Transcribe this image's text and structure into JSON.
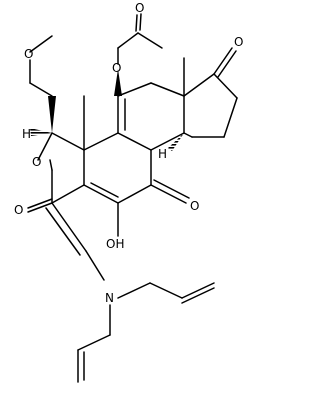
{
  "molecule": {
    "atom_labels": {
      "carbonyl_o_top": "O",
      "ester_o": "O",
      "methoxy_o": "O",
      "ring_o": "O",
      "lactone_carbonyl_o": "O",
      "ketone_c17_o": "O",
      "quinone_o": "O",
      "hydroxyl": "OH",
      "nitrogen": "N",
      "stereo_h_a": "H",
      "stereo_h_b": "H"
    },
    "colors": {
      "bond": "#000000",
      "label": "#000000",
      "background": "#ffffff"
    }
  }
}
